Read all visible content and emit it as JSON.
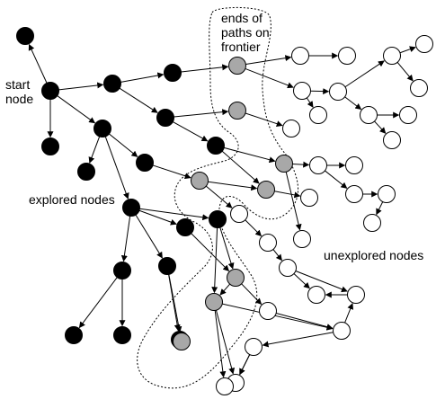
{
  "labels": {
    "start": [
      "start",
      "node"
    ],
    "frontier": [
      "ends of",
      "paths on",
      "frontier"
    ],
    "explored": "explored nodes",
    "unexplored": "unexplored nodes"
  },
  "colors": {
    "explored": "#000000",
    "frontier": "#a8a8a8",
    "unexplored": "#ffffff",
    "stroke": "#000000"
  },
  "node_states": {
    "S": "explored",
    "A": "explored",
    "B": "explored",
    "C": "explored",
    "D": "explored",
    "E": "explored",
    "F": "explored",
    "G": "explored",
    "H": "explored",
    "I": "explored",
    "J": "explored",
    "K": "explored",
    "L": "explored",
    "M": "explored",
    "N": "explored",
    "O": "explored",
    "P": "explored",
    "Q": "explored",
    "R1": "frontier",
    "R2": "frontier",
    "R3": "frontier",
    "R4": "frontier",
    "R5": "frontier",
    "R6": "frontier",
    "R7": "frontier",
    "R8": "frontier",
    "U1": "unexplored",
    "U2": "unexplored",
    "U3": "unexplored",
    "U4": "unexplored",
    "U5": "unexplored",
    "U6": "unexplored",
    "U7": "unexplored",
    "U8": "unexplored",
    "U9": "unexplored",
    "U10": "unexplored",
    "U11": "unexplored",
    "U12": "unexplored",
    "U13": "unexplored",
    "U14": "unexplored",
    "U15": "unexplored",
    "U16": "unexplored",
    "U17": "unexplored",
    "U18": "unexplored",
    "U19": "unexplored",
    "U20": "unexplored",
    "U21": "unexplored",
    "U22": "unexplored",
    "U23": "unexplored",
    "U24": "unexplored",
    "U25": "unexplored",
    "U26": "unexplored",
    "U27": "unexplored",
    "U28": "unexplored",
    "U29": "unexplored",
    "U30": "unexplored",
    "U31": "unexplored",
    "U32": "unexplored",
    "U33": "unexplored",
    "U34": "unexplored"
  },
  "edges": [
    [
      "S",
      "A"
    ],
    [
      "S",
      "B"
    ],
    [
      "S",
      "C"
    ],
    [
      "A",
      "D"
    ],
    [
      "A",
      "E"
    ],
    [
      "D",
      "R1"
    ],
    [
      "E",
      "R2"
    ],
    [
      "R1",
      "U1"
    ],
    [
      "U1",
      "U2"
    ],
    [
      "R1",
      "U3"
    ],
    [
      "U3",
      "U4"
    ],
    [
      "U4",
      "U5"
    ],
    [
      "U5",
      "U6"
    ],
    [
      "U5",
      "U7"
    ],
    [
      "U4",
      "U8"
    ],
    [
      "U8",
      "U9"
    ],
    [
      "U8",
      "U10"
    ],
    [
      "U3",
      "U11"
    ],
    [
      "R2",
      "U12"
    ],
    [
      "E",
      "F"
    ],
    [
      "F",
      "R3"
    ],
    [
      "F",
      "R4"
    ],
    [
      "R3",
      "U13"
    ],
    [
      "U13",
      "U14"
    ],
    [
      "U13",
      "U15"
    ],
    [
      "U15",
      "U16"
    ],
    [
      "U16",
      "U17"
    ],
    [
      "R4",
      "U18"
    ],
    [
      "R3",
      "U19"
    ],
    [
      "C",
      "G"
    ],
    [
      "C",
      "H"
    ],
    [
      "C",
      "I"
    ],
    [
      "H",
      "R5"
    ],
    [
      "R5",
      "R4"
    ],
    [
      "R5",
      "U20"
    ],
    [
      "U20",
      "U21"
    ],
    [
      "U21",
      "U22"
    ],
    [
      "U22",
      "U23"
    ],
    [
      "U22",
      "U24"
    ],
    [
      "I",
      "J"
    ],
    [
      "I",
      "K"
    ],
    [
      "I",
      "L"
    ],
    [
      "I",
      "M"
    ],
    [
      "J",
      "R6"
    ],
    [
      "R6",
      "U25"
    ],
    [
      "U25",
      "U26"
    ],
    [
      "U26",
      "U27"
    ],
    [
      "U27",
      "U28"
    ],
    [
      "U27",
      "U29"
    ],
    [
      "M",
      "R6"
    ],
    [
      "M",
      "R7"
    ],
    [
      "R7",
      "U30"
    ],
    [
      "R7",
      "U31"
    ],
    [
      "U31",
      "U32"
    ],
    [
      "U32",
      "U33"
    ],
    [
      "K",
      "N"
    ],
    [
      "K",
      "O"
    ],
    [
      "L",
      "R8"
    ],
    [
      "R6",
      "R7"
    ],
    [
      "R7",
      "U34"
    ],
    [
      "S",
      "P"
    ],
    [
      "L",
      "Q"
    ]
  ]
}
